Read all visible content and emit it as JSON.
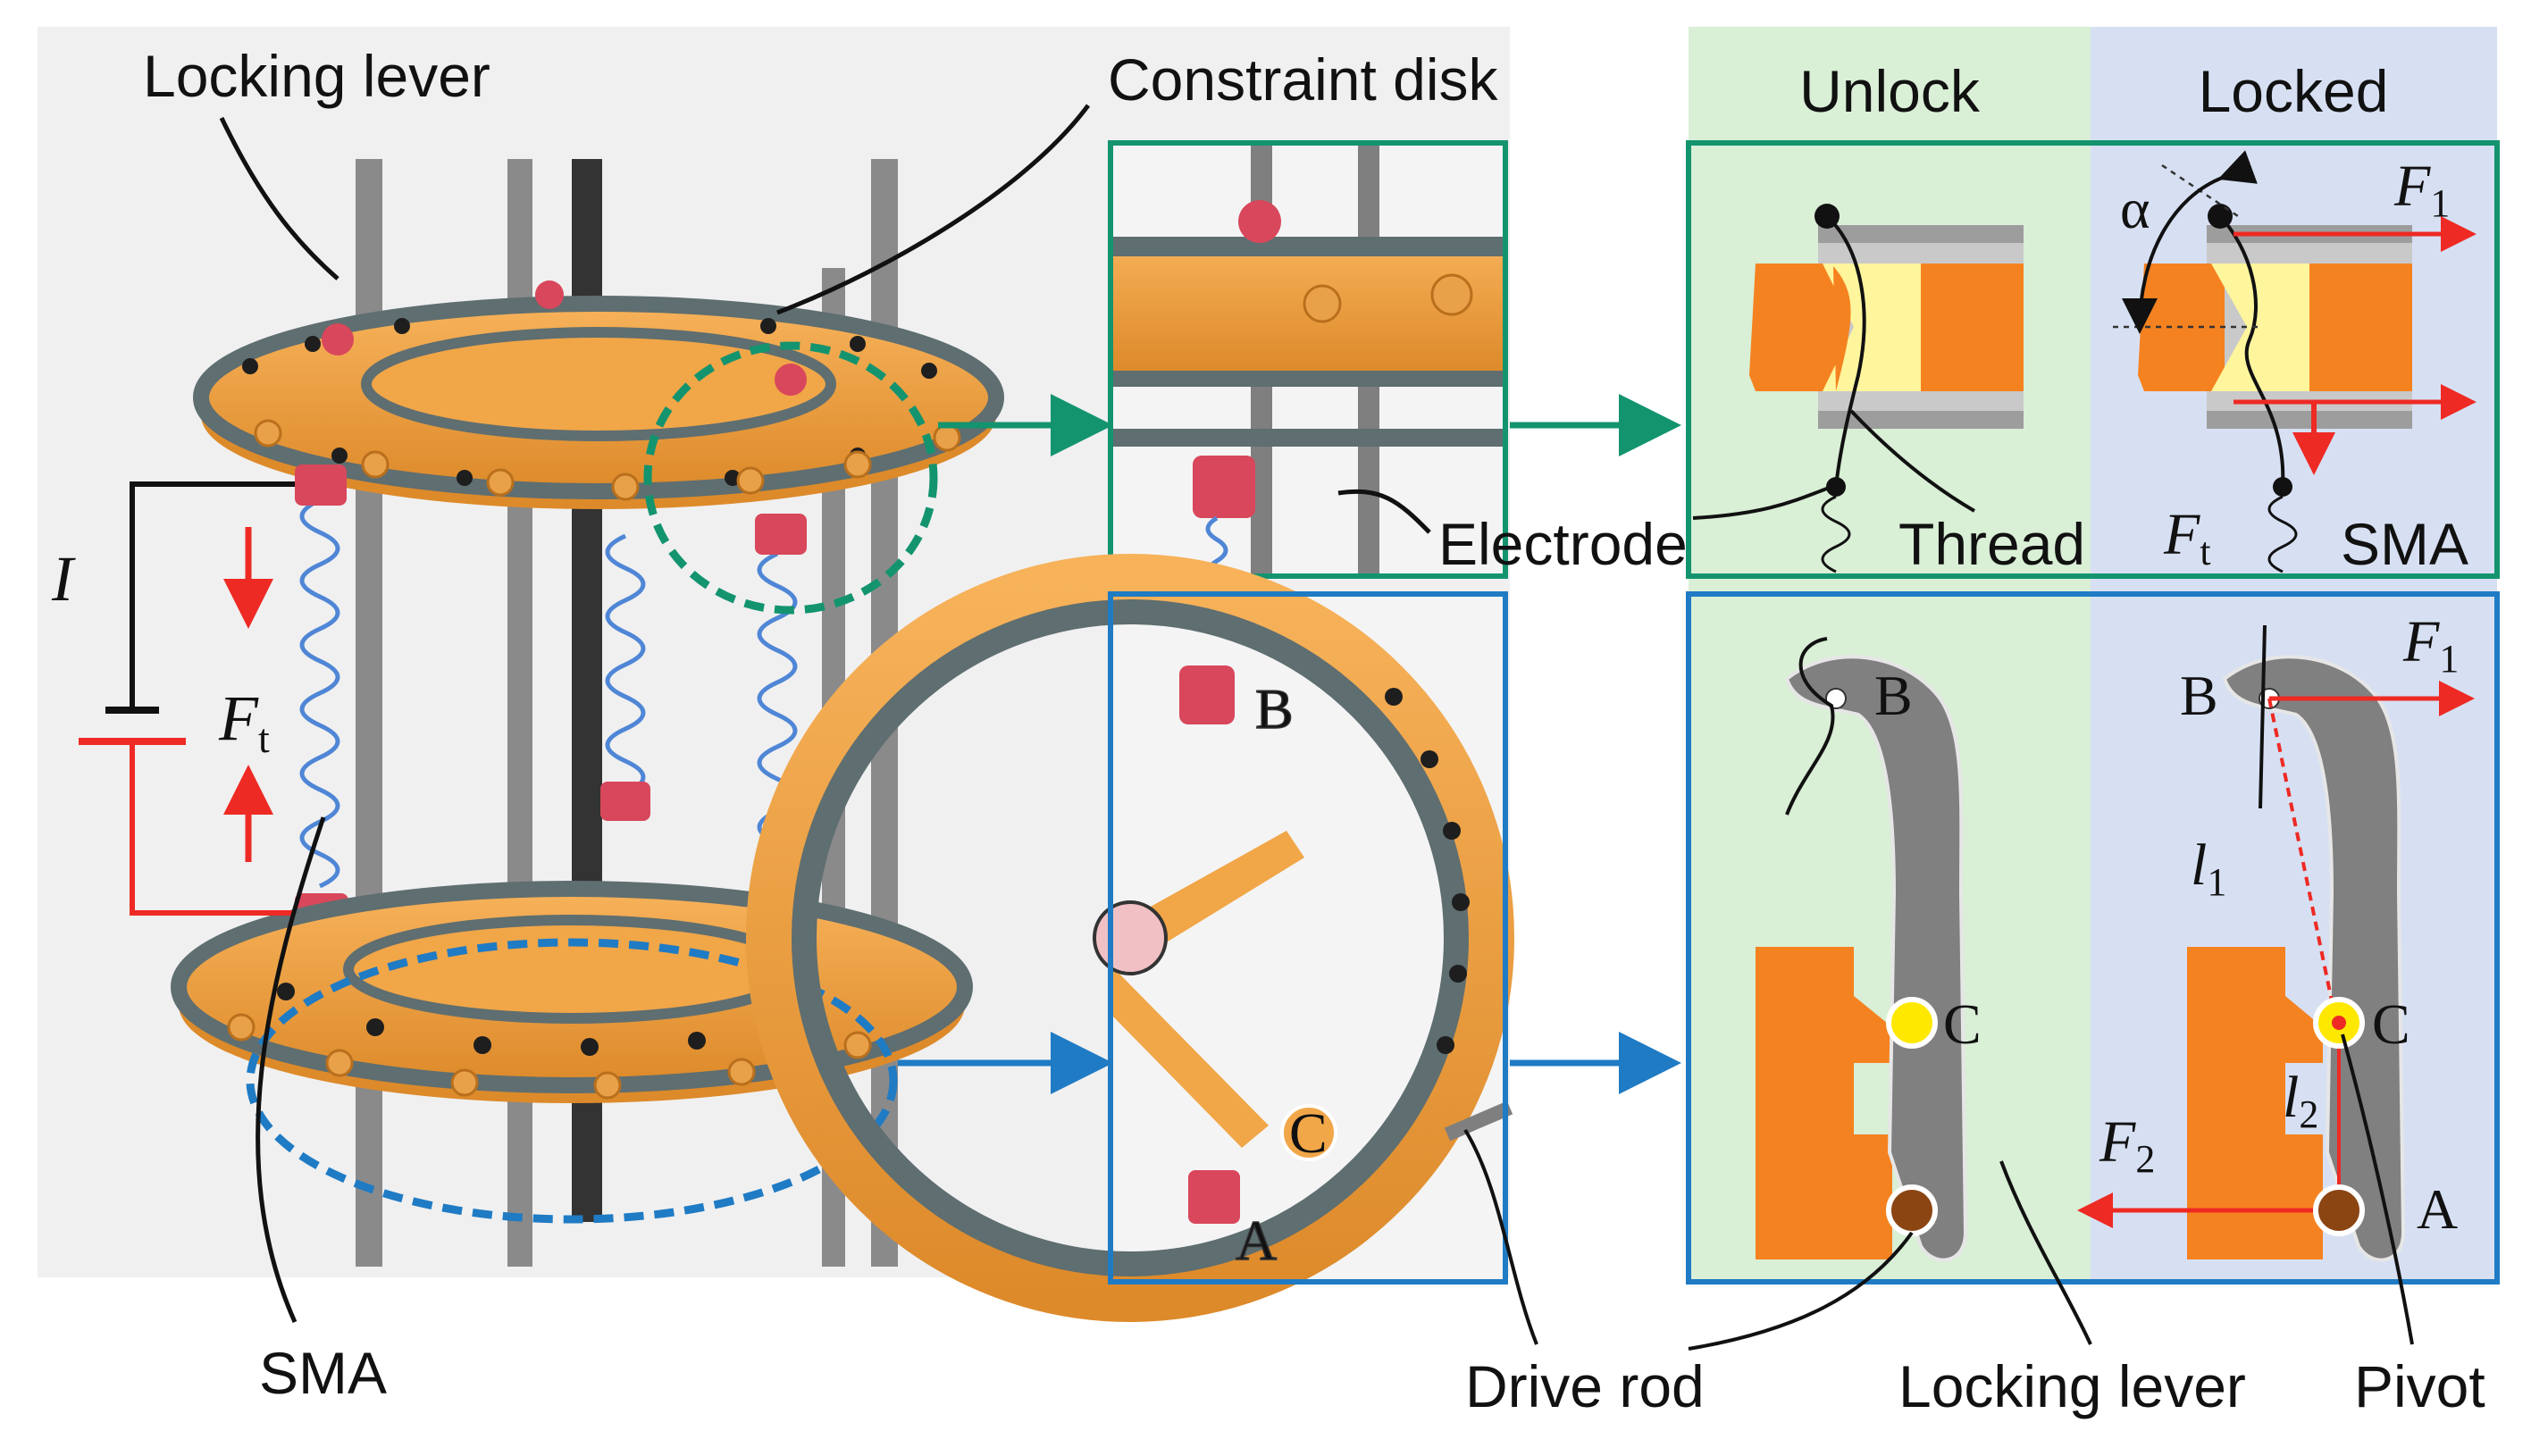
{
  "labels": {
    "locking_lever_top": "Locking lever",
    "constraint_disk": "Constraint disk",
    "unlock": "Unlock",
    "locked": "Locked",
    "electrode": "Electrode",
    "thread": "Thread",
    "sma_small": "SMA",
    "sma_bottom": "SMA",
    "drive_rod": "Drive rod",
    "locking_lever_bottom": "Locking lever",
    "pivot": "Pivot",
    "current": "I",
    "force_t": "F",
    "force_t_sub": "t",
    "force_t2": "F",
    "force_t2_sub": "t",
    "force_1": "F",
    "force_1_sub": "1",
    "force_1b": "F",
    "force_1b_sub": "1",
    "force_2": "F",
    "force_2_sub": "2",
    "alpha": "α",
    "l1": "l",
    "l1_sub": "1",
    "l2": "l",
    "l2_sub": "2",
    "point_b_photo": "B",
    "point_c_photo": "C",
    "point_a_photo": "A",
    "point_b_unlock": "B",
    "point_c_unlock": "C",
    "point_b_locked": "B",
    "point_c_locked": "C",
    "point_a_locked": "A"
  },
  "colors": {
    "unlock_bg": "#d9efd6",
    "locked_bg": "#d7e0f3",
    "green_frame": "#13946f",
    "blue_frame": "#1f7bc4",
    "orange": "#f58220",
    "yellow": "#ffe800",
    "force_red": "#ee2a24",
    "gray": "#8e8e8e"
  }
}
